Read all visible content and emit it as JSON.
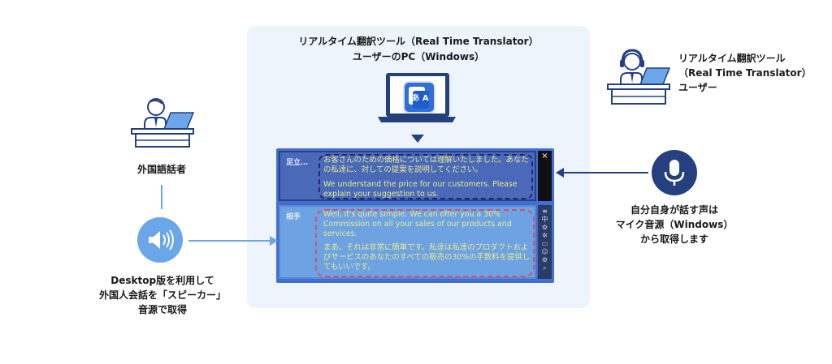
{
  "center": {
    "title_line1": "リアルタイム翻訳ツール（Real Time Translator）",
    "title_line2": "ユーザーのPC（Windows）",
    "app_icon_glyph": "あ A"
  },
  "left": {
    "person_label": "外国語話者",
    "caption_line1": "Desktop版を利用して",
    "caption_line2": "外国人会話を「スピーカー」",
    "caption_line3": "音源で取得"
  },
  "right": {
    "user_line1": "リアルタイム翻訳ツール",
    "user_line2": "（Real Time Translator）",
    "user_line3": "ユーザー",
    "caption_line1": "自分自身が話す声は",
    "caption_line2": "マイク音源（Windows）",
    "caption_line3": "から取得します"
  },
  "window": {
    "row1_speaker": "足立…",
    "row1_text_ja": "お客さんのための価格については理解いたしました。あなたの私達に、対しての提案を説明してください。",
    "row1_text_en": "We understand the price for our customers. Please explain your suggestion to us.",
    "row2_speaker": "相手",
    "row2_text_en": "Well, it's quite simple. We can offer you a 30% Commission on all your sales of our products and services.",
    "row2_text_ja": "まあ、それは非常に簡単です。私達は私達のプロダクトおよびサービスのあなたのすべての販売の30%の手数料を提供してもいいです。",
    "close_glyph": "×"
  },
  "colors": {
    "accent_blue": "#3a78d6",
    "navy": "#24407f",
    "panel_bg": "#eef4fb",
    "speaker_circle": "#6aa6e8",
    "mic_circle": "#24407f"
  }
}
